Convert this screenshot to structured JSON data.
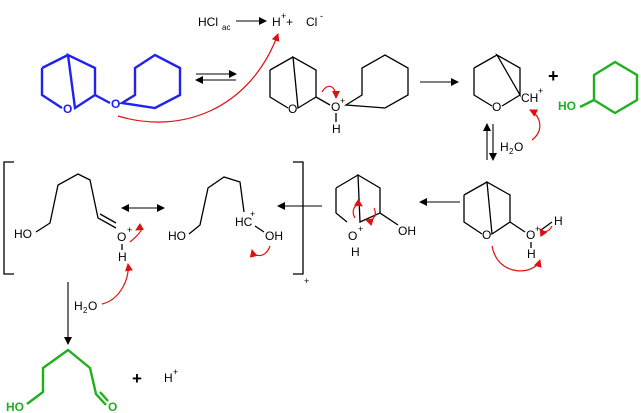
{
  "equation": {
    "left": "HCl",
    "sub": "ac",
    "h": "H",
    "plus_sign": "+",
    "between": " + ",
    "cl": "Cl",
    "minus_sign": "-"
  },
  "labels": {
    "o": "O",
    "oplus": "+",
    "h": "H",
    "ch": "CH",
    "plus_big": "+",
    "ho": "HO",
    "oh": "OH",
    "hc": "HC",
    "h2o_h": "H",
    "h2o_2": "2",
    "h2o_o": "O",
    "h_plus": "H",
    "h_plus_sign": "+",
    "bracket_charge": "+"
  },
  "colors": {
    "reactant": "#2222ee",
    "product": "#1fb01f",
    "curly_arrow": "#e01010",
    "ink": "#000000"
  }
}
